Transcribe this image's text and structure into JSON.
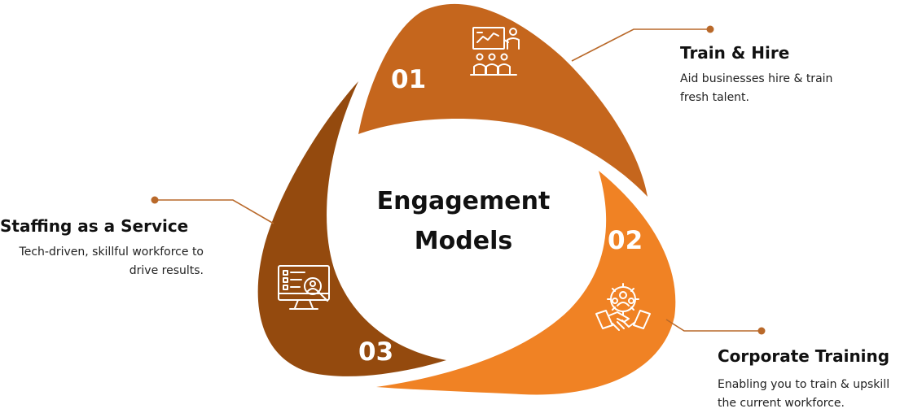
{
  "center": {
    "line1": "Engagement",
    "line2": "Models"
  },
  "segments": [
    {
      "number": "01",
      "title": "Train & Hire",
      "description": "Aid businesses hire & train fresh talent.",
      "color": "#C5661D",
      "icon": "training-presentation-icon"
    },
    {
      "number": "02",
      "title": "Corporate Training",
      "description": "Enabling you to train & upskill the current workforce.",
      "color": "#F08224",
      "icon": "team-handshake-icon"
    },
    {
      "number": "03",
      "title": "Staffing as a Service",
      "description": "Tech-driven, skillful workforce to drive results.",
      "color": "#944A0E",
      "icon": "candidate-search-monitor-icon"
    }
  ],
  "connector_color": "#B9692A"
}
